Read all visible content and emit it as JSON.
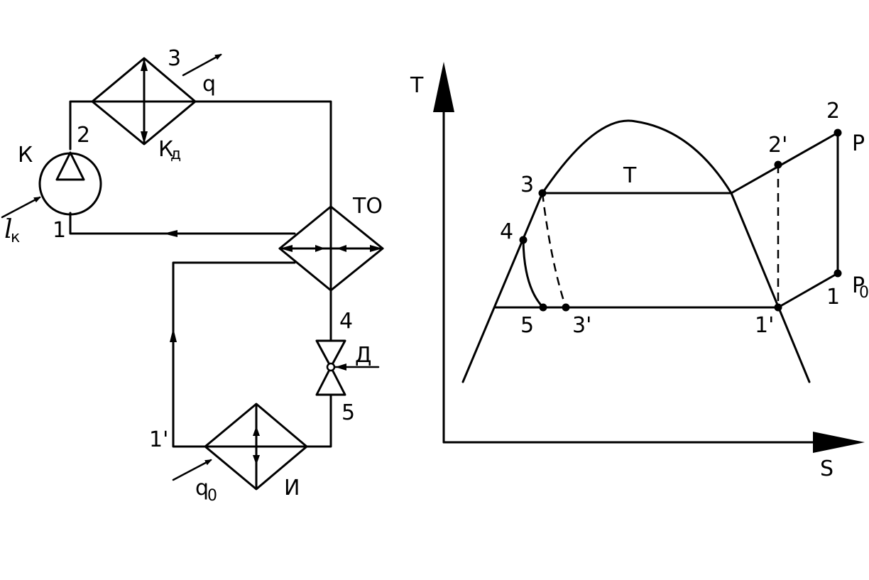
{
  "scheme": {
    "compressor_label": "К",
    "condenser_label": "К",
    "condenser_sub": "д",
    "heat_exchanger_label": "ТО",
    "throttle_label": "Д",
    "evaporator_label": "И",
    "heat_out_label": "q",
    "heat_in_label": "q",
    "heat_in_sub": "0",
    "work_label": "l",
    "work_sub": "к",
    "points": {
      "p1": "1",
      "p1prime": "1'",
      "p2": "2",
      "p3": "3",
      "p4": "4",
      "p5": "5"
    }
  },
  "ts_diagram": {
    "axis_y_label": "T",
    "axis_x_label": "S",
    "dome_label": "T",
    "pressure_high_label": "P",
    "pressure_low_label": "P",
    "pressure_low_sub": "0",
    "points": {
      "p1": "1",
      "p1prime": "1'",
      "p2": "2",
      "p2prime": "2'",
      "p3": "3",
      "p3prime": "3'",
      "p4": "4",
      "p5": "5"
    }
  }
}
